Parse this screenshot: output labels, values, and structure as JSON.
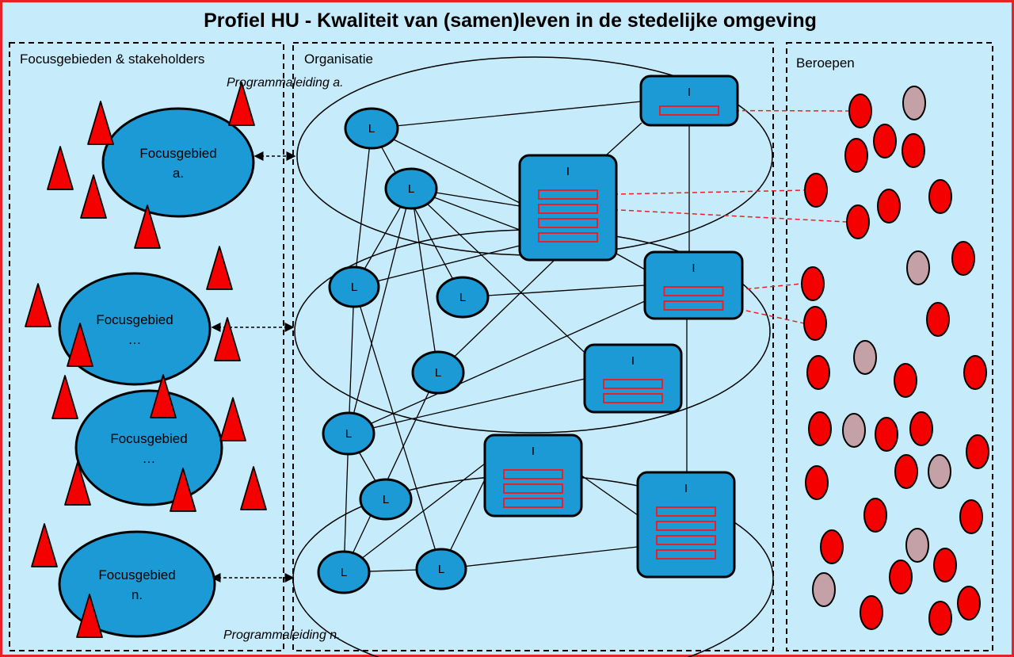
{
  "title": "Profiel HU - Kwaliteit van (samen)leven in de stedelijke omgeving",
  "panels": {
    "focus": "Focusgebieden & stakeholders",
    "organisation": "Organisatie",
    "professions": "Beroepen"
  },
  "programmes": {
    "top": "Programmaleiding a.",
    "bottom": "Programmaleiding n."
  },
  "focus_areas": [
    {
      "line1": "Focusgebied",
      "line2": "a."
    },
    {
      "line1": "Focusgebied",
      "line2": "…"
    },
    {
      "line1": "Focusgebied",
      "line2": "…"
    },
    {
      "line1": "Focusgebied",
      "line2": "n."
    }
  ],
  "lector_label": "L",
  "institute_label": "I",
  "colors": {
    "background": "#c6ebfa",
    "frame": "#e8202a",
    "node_fill": "#1b9ad6",
    "stakeholder": "#f40000",
    "profession": "#f40000",
    "profession_muted": "#c4a1a7",
    "link": "#e8202a"
  },
  "icons": {
    "stakeholder": "triangle",
    "profession": "ellipse",
    "lectorate": "ellipse",
    "institute": "rounded-rect"
  }
}
